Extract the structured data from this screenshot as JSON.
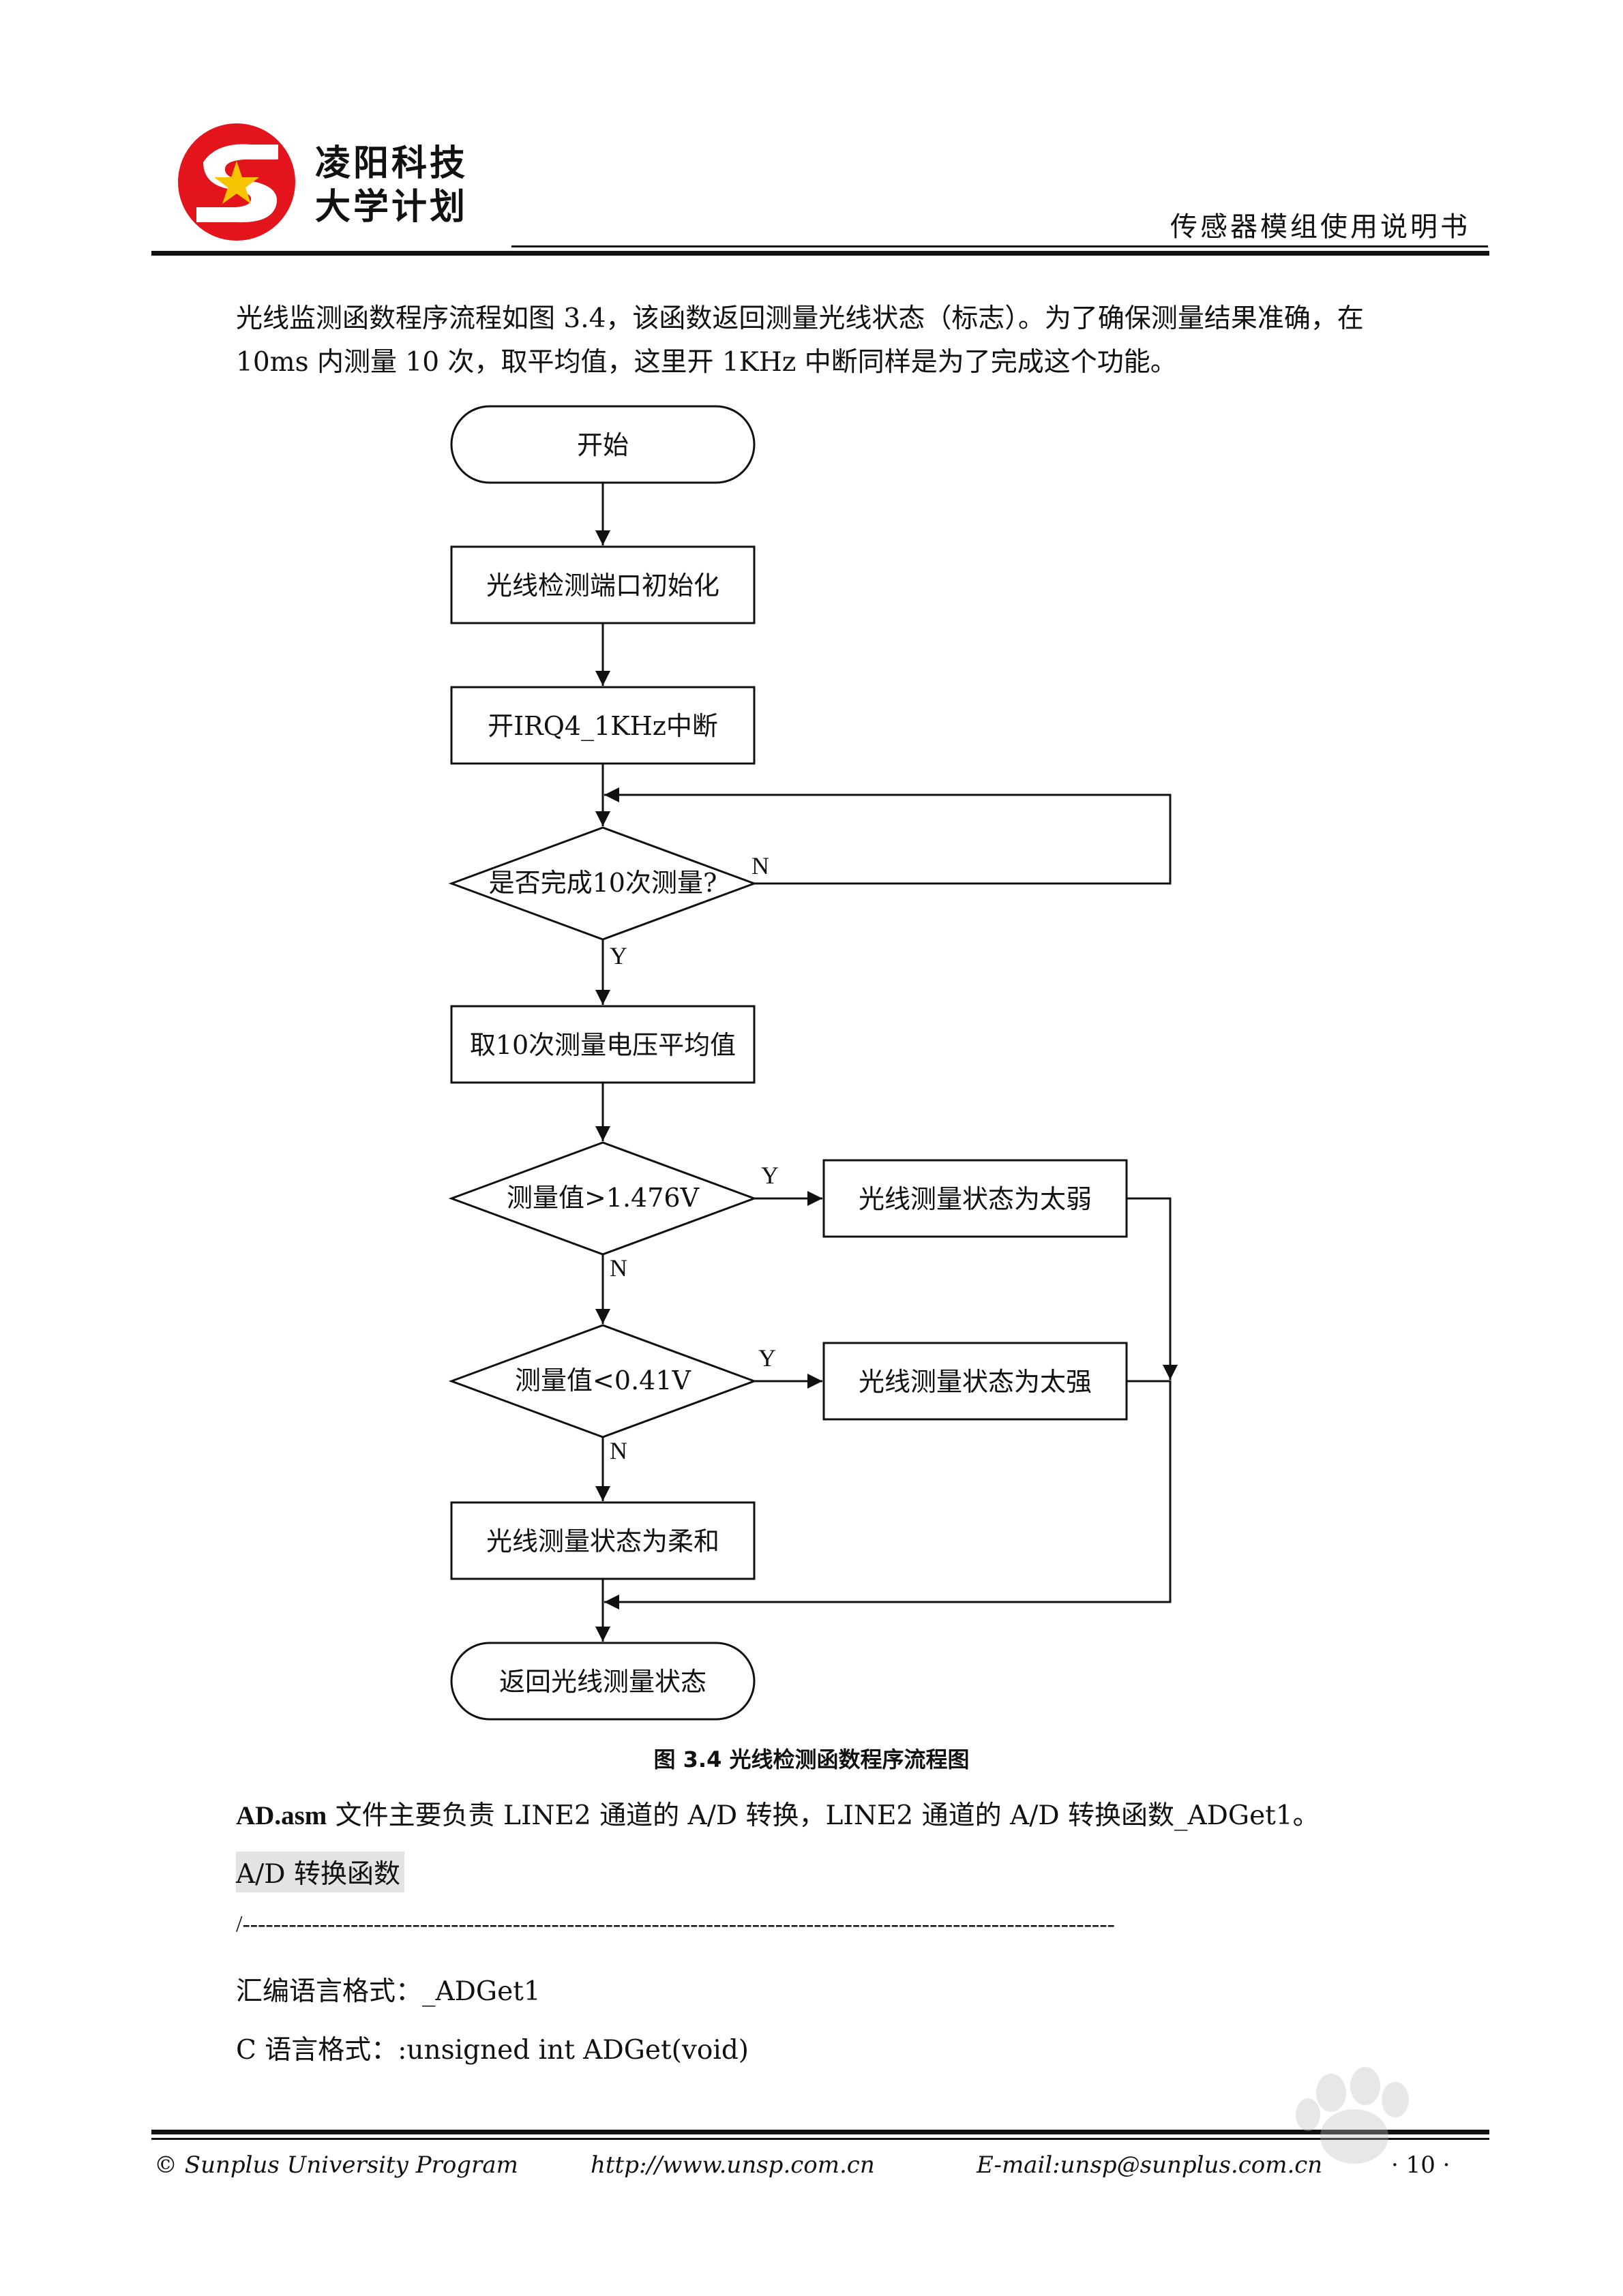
{
  "header": {
    "brand_line1": "凌阳科技",
    "brand_line2": "大学计划",
    "doc_title": "传感器模组使用说明书"
  },
  "intro": {
    "line1": "光线监测函数程序流程如图 3.4，该函数返回测量光线状态（标志）。为了确保测量结果准确，在",
    "line2": "10ms 内测量 10 次，取平均值，这里开 1KHz 中断同样是为了完成这个功能。"
  },
  "flowchart": {
    "start": "开始",
    "step_init": "光线检测端口初始化",
    "step_irq": "开IRQ4_1KHz中断",
    "decision_count": "是否完成10次测量?",
    "step_avg": "取10次测量电压平均值",
    "decision_high": "测量值>1.476V",
    "result_weak": "光线测量状态为太弱",
    "decision_low": "测量值<0.41V",
    "result_strong": "光线测量状态为太强",
    "result_soft": "光线测量状态为柔和",
    "end": "返回光线测量状态",
    "label_n1": "N",
    "label_y1": "Y",
    "label_y2": "Y",
    "label_n2": "N",
    "label_y3": "Y",
    "label_n3": "N"
  },
  "caption": "图 3.4 光线检测函数程序流程图",
  "body": {
    "line1_bold": "AD.asm",
    "line1_rest": " 文件主要负责 LINE2 通道的 A/D 转换，LINE2 通道的 A/D 转换函数_ADGet1。",
    "section_label": "A/D 转换函数",
    "dashes": "/-----------------------------------------------------------------------------------------------------------------",
    "asm_format": "汇编语言格式：_ADGet1",
    "c_format": "C 语言格式：:unsigned int ADGet(void)"
  },
  "footer": {
    "left": "© Sunplus University Program",
    "mid": "http://www.unsp.com.cn",
    "right": "E-mail:unsp@sunplus.com.cn",
    "page": "· 10 ·"
  },
  "colors": {
    "logo_red": "#e3141b",
    "logo_yellow": "#f7c400"
  }
}
